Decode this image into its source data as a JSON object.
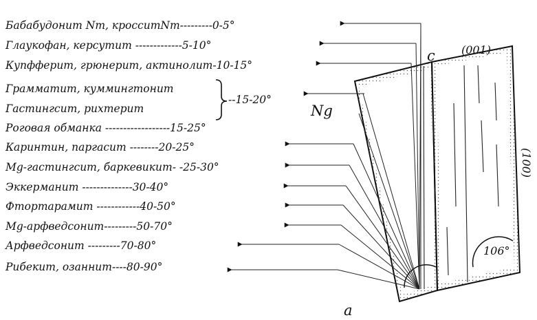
{
  "labels": [
    "Бабабудонит Nm, кросситNm---------0-5°",
    "Глаукофан, керсутит -------------5-10°",
    "Купфферит, грюнерит, актинолит-10-15°",
    "Грамматит, куммингтонит",
    "Гастингсит, рихтерит",
    "Роговая обманка ------------------15-25°",
    "Каринтин, паргасит --------20-25°",
    "Mg-гастингсит, баркевикит- -25-30°",
    "Эккерманит --------------30-40°",
    "Фтортарамит ------------40-50°",
    "Mg-арфведсонит---------50-70°",
    "Арфведсонит ---------70-80°",
    "Рибекит, озаннит----80-90°"
  ],
  "group_range": "--15-20°",
  "ng_label": "Ng",
  "c_label": "c",
  "a_label": "a",
  "face_001": "(001)",
  "face_100": "(100)",
  "angle": "106°"
}
